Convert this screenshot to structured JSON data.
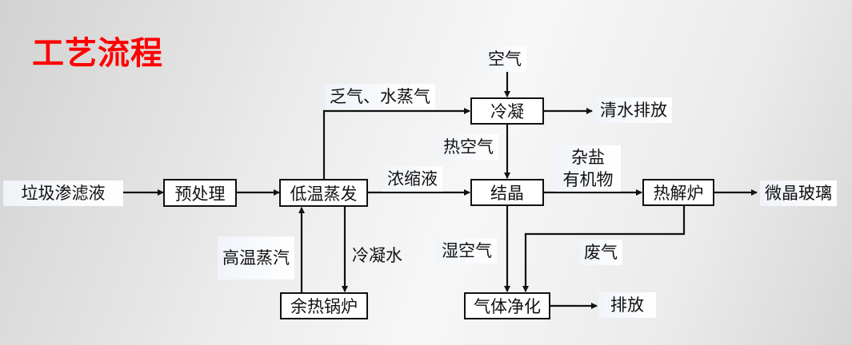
{
  "title": "工艺流程",
  "colors": {
    "title": "#ff0000",
    "line": "#111111",
    "box_bg": "#ffffff"
  },
  "nodes": {
    "leachate": "垃圾渗滤液",
    "pretreat": "预处理",
    "evap": "低温蒸发",
    "condense": "冷凝",
    "crystal": "结晶",
    "pyrolysis": "热解炉",
    "glass": "微晶玻璃",
    "boiler": "余热锅炉",
    "gas_clean": "气体净化"
  },
  "labels": {
    "air": "空气",
    "exhaust_steam": "乏气、水蒸气",
    "clean_water": "清水排放",
    "hot_air": "热空气",
    "concentrate": "浓缩液",
    "salt": "杂盐",
    "organics": "有机物",
    "hi_temp_steam": "高温蒸汽",
    "condensate": "冷凝水",
    "humid_air": "湿空气",
    "waste_gas": "废气",
    "discharge": "排放"
  }
}
